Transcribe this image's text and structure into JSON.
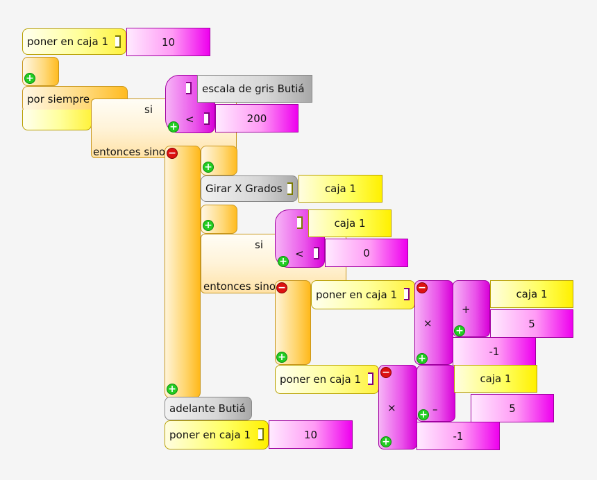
{
  "blocks": {
    "store1": {
      "label": "poner en caja 1",
      "value": "10"
    },
    "forever": {
      "label": "por siempre"
    },
    "ifelse1": {
      "si": "si",
      "then_else": "entonces sino",
      "op": "<",
      "sensor": "escala de gris Butiá",
      "threshold": "200"
    },
    "turn": {
      "label": "Girar X Grados",
      "arg": "caja 1"
    },
    "ifelse2": {
      "si": "si",
      "then_else": "entonces sino",
      "op": "<",
      "left": "caja 1",
      "right": "0"
    },
    "store2": {
      "label": "poner en caja 1",
      "times": "×",
      "plus": "+",
      "box": "caja 1",
      "add": "5",
      "mult": "-1"
    },
    "store3": {
      "label": "poner en caja 1",
      "times": "×",
      "minus": "–",
      "box": "caja 1",
      "sub": "5",
      "mult": "-1"
    },
    "forward": {
      "label": "adelante Butiá"
    },
    "store4": {
      "label": "poner en caja 1",
      "value": "10"
    }
  },
  "icons": {
    "add": "plus-icon",
    "remove": "minus-icon"
  },
  "colors": {
    "yellow": "#fff23c",
    "orange": "#ffbb20",
    "pink": "#ee00ee",
    "gray": "#a8a8a8",
    "green": "#22cc22",
    "red": "#dd1111"
  }
}
